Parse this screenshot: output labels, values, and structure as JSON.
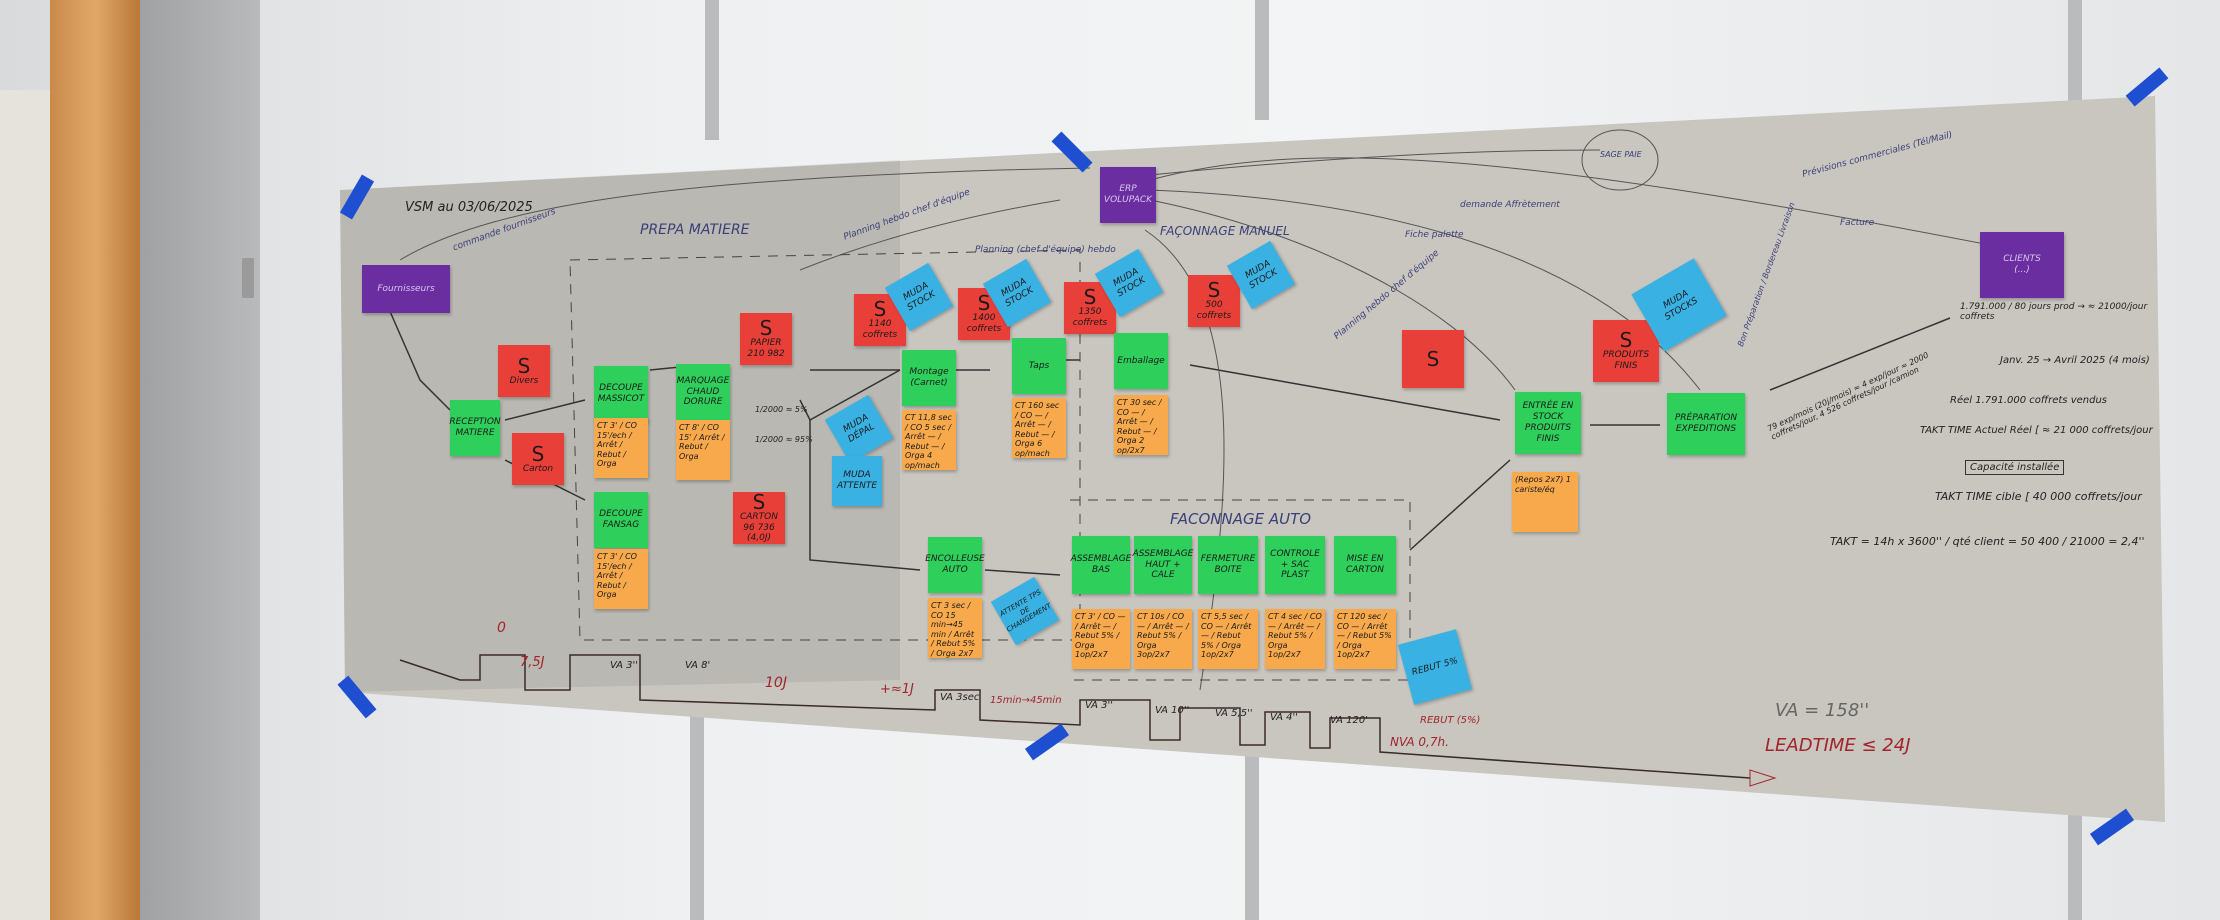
{
  "title": "VSM au 03/06/2025",
  "zones": {
    "prepa": "PREPA MATIERE",
    "manuel": "FAÇONNAGE MANUEL",
    "auto": "FACONNAGE AUTO"
  },
  "supplier": {
    "label": "Fournisseurs"
  },
  "erp": {
    "line1": "ERP",
    "line2": "VOLUPACK"
  },
  "clients": {
    "line1": "CLIENTS",
    "line2": "(...)"
  },
  "stock_symbol": "S",
  "stocks": [
    {
      "label": "Divers"
    },
    {
      "label": "Carton"
    },
    {
      "label": "PAPIER 210 982"
    },
    {
      "label": "CARTON 96 736 (4,0J)"
    },
    {
      "label": "1140 coffrets"
    },
    {
      "label": "1400 coffrets"
    },
    {
      "label": "1350 coffrets"
    },
    {
      "label": "500 coffrets"
    },
    {
      "label": ""
    },
    {
      "label": "PRODUITS FINIS"
    }
  ],
  "processes": [
    {
      "label": "RECEPTION MATIERE"
    },
    {
      "label": "DECOUPE MASSICOT"
    },
    {
      "label": "MARQUAGE CHAUD DORURE"
    },
    {
      "label": "DECOUPE FANSAG"
    },
    {
      "label": "Montage (Carnet)"
    },
    {
      "label": "Taps"
    },
    {
      "label": "Emballage"
    },
    {
      "label": "ENCOLLEUSE AUTO"
    },
    {
      "label": "ASSEMBLAGE BAS"
    },
    {
      "label": "ASSEMBLAGE HAUT + CALE"
    },
    {
      "label": "FERMETURE BOITE"
    },
    {
      "label": "CONTROLE + SAC PLAST"
    },
    {
      "label": "MISE EN CARTON"
    },
    {
      "label": "ENTRÉE EN STOCK PRODUITS FINIS"
    },
    {
      "label": "PRÉPARATION EXPEDITIONS"
    }
  ],
  "data_boxes": [
    {
      "text": "CT 3' / CO 15'/ech / Arrêt / Rebut / Orga"
    },
    {
      "text": "CT 8' / CO 15' / Arrêt / Rebut / Orga"
    },
    {
      "text": "CT 3' / CO 15'/ech / Arrêt / Rebut / Orga"
    },
    {
      "text": "CT 11,8 sec / CO 5 sec / Arrêt — / Rebut — / Orga 4 op/mach"
    },
    {
      "text": "CT 160 sec / CO — / Arrêt — / Rebut — / Orga 6 op/mach"
    },
    {
      "text": "CT 30 sec / CO — / Arrêt — / Rebut — / Orga 2 op/2x7"
    },
    {
      "text": "CT 3 sec / CO 15 min→45 min / Arrêt / Rebut 5% / Orga 2x7"
    },
    {
      "text": "CT 3' / CO — / Arrêt — / Rebut 5% / Orga 1op/2x7"
    },
    {
      "text": "CT 10s / CO — / Arrêt — / Rebut 5% / Orga 3op/2x7"
    },
    {
      "text": "CT 5,5 sec / CO — / Arrêt — / Rebut 5% / Orga 1op/2x7"
    },
    {
      "text": "CT 4 sec / CO — / Arrêt — / Rebut 5% / Orga 1op/2x7"
    },
    {
      "text": "CT 120 sec / CO — / Arrêt — / Rebut 5% / Orga 1op/2x7"
    },
    {
      "text": "(Repos 2x7) 1 cariste/éq"
    }
  ],
  "muda": [
    {
      "label": "MUDA STOCK"
    },
    {
      "label": "MUDA STOCK"
    },
    {
      "label": "MUDA STOCK"
    },
    {
      "label": "MUDA STOCK"
    },
    {
      "label": "MUDA DÉPAL"
    },
    {
      "label": "MUDA ATTENTE"
    },
    {
      "label": "ATTENTE TPS DE CHANGEMENT"
    },
    {
      "label": "REBUT 5%"
    },
    {
      "label": "MUDA STOCKS"
    }
  ],
  "annotations": {
    "commande": "commande fournisseurs",
    "planning1": "Planning hebdo chef d'équipe",
    "planning2": "Planning (chef d'équipe) hebdo",
    "planning3": "Planning hebdo chef d'équipe",
    "sage": "SAGE PAIE",
    "demande": "demande Affrètement",
    "fiche": "Fiche palette",
    "bon": "Bon Préparation / Bordereau Livraison",
    "previsions": "Prévisions commerciales (Tél/Mail)",
    "facture": "Facture",
    "ratio1": "1/2000 ≈ 5%",
    "ratio2": "1/2000 ≈ 95%",
    "demand1": "1.791.000 / 80 jours prod → ≈ 21000/jour coffrets",
    "period": "Janv. 25 → Avril 2025 (4 mois)",
    "sold": "Réel 1.791.000 coffrets vendus",
    "takt_actual": "TAKT TIME Actuel Réel [ ≈ 21 000 coffrets/jour",
    "capacity": "Capacité installée",
    "takt_target": "TAKT TIME cible [ 40 000 coffrets/jour",
    "takt_formula": "TAKT = 14h x 3600'' / qté client = 50 400 / 21000 = 2,4''",
    "shipping": "79 exp/mois (20j/mois) ≈ 4 exp/jour ≈ 2000 coffrets/jour, 4 526 coffrets/jour /camion"
  },
  "timeline": {
    "start": "0",
    "segments": [
      "7,5J",
      "VA 3''",
      "VA 8'",
      "10J",
      "+≈1J",
      "VA 3sec",
      "15min→45min",
      "VA 3''",
      "VA 10''",
      "VA 5,5''",
      "VA 4''",
      "VA 120'"
    ],
    "rebut": "REBUT (5%)",
    "nva": "NVA 0,7h.",
    "va_total": "VA = 158''",
    "leadtime": "LEADTIME ≤ 24J"
  },
  "colors": {
    "process": "#2fcf5c",
    "data": "#f7a94c",
    "stock": "#e83f38",
    "muda": "#3ab1e3",
    "info": "#6a2ea0",
    "tape": "#1d4fd0",
    "paper": "#c9c6c0"
  }
}
